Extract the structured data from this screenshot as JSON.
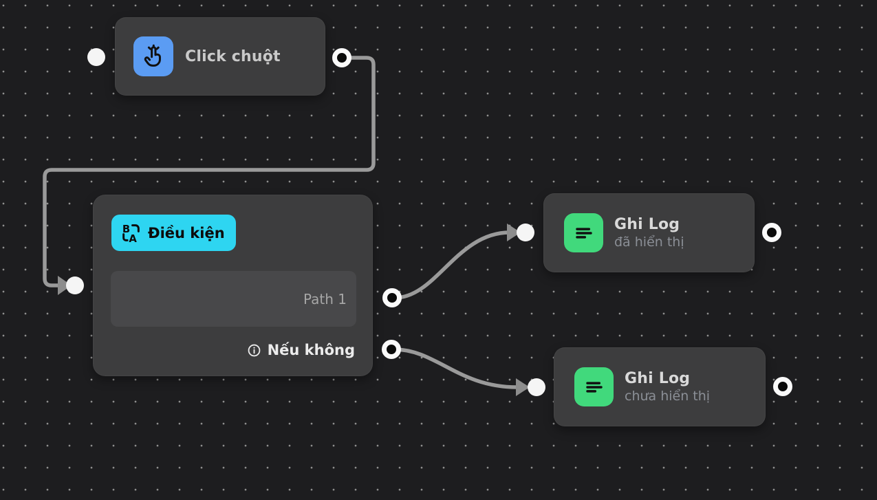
{
  "canvas": {
    "background_color": "#1d1d1f",
    "dot_color": "#8f8f8f",
    "wire_color": "#9a9a9a"
  },
  "nodes": {
    "click_mouse": {
      "title": "Click chuột",
      "icon": "hand-tap-icon",
      "icon_bg": "#5b9cf3"
    },
    "condition": {
      "title": "Điều kiện",
      "badge_bg": "#2ed5f1",
      "path_label": "Path 1",
      "else_label": "Nếu không"
    },
    "log_shown": {
      "title": "Ghi Log",
      "subtitle": "đã hiển thị",
      "icon": "align-left-icon",
      "icon_bg": "#41d97c"
    },
    "log_not_shown": {
      "title": "Ghi Log",
      "subtitle": "chưa hiển thị",
      "icon": "align-left-icon",
      "icon_bg": "#41d97c"
    }
  }
}
